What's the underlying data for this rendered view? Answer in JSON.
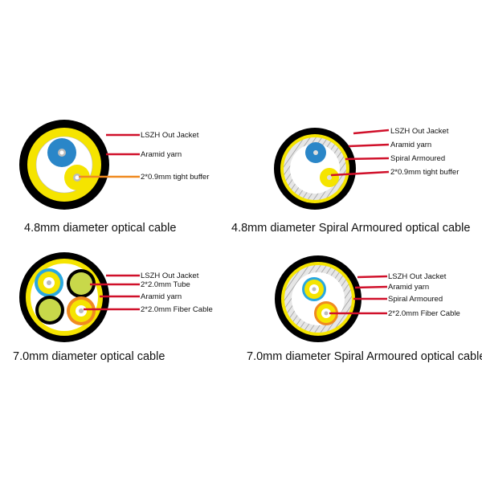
{
  "panels": [
    {
      "title": "4.8mm diameter optical cable",
      "labels": [
        "LSZH Out Jacket",
        "Aramid yarn",
        "2*0.9mm tight buffer"
      ]
    },
    {
      "title": "4.8mm diameter Spiral Armoured optical cable",
      "labels": [
        "LSZH Out Jacket",
        "Aramid yarn",
        "Spiral Armoured",
        "2*0.9mm tight buffer"
      ]
    },
    {
      "title": "7.0mm diameter optical cable",
      "labels": [
        "LSZH Out Jacket",
        "2*2.0mm Tube",
        "Aramid yarn",
        "2*2.0mm Fiber Cable"
      ]
    },
    {
      "title": "7.0mm diameter Spiral Armoured optical cable",
      "labels": [
        "LSZH Out Jacket",
        "Aramid yarn",
        "Spiral Armoured",
        "2*2.0mm Fiber Cable"
      ]
    }
  ],
  "colors": {
    "jacket": "#000000",
    "aramid": "#f5e400",
    "blue": "#2a86c8",
    "leader_red": "#d0102a",
    "leader_orange": "#f08a20",
    "armour": "#c8c8c8"
  }
}
